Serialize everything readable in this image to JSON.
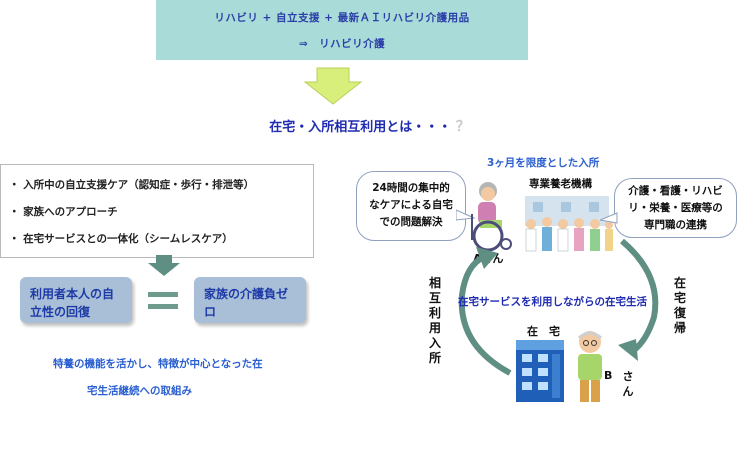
{
  "banner": {
    "line1": "リハビリ + 自立支援 + 最新ＡＩリハビリ介護用品",
    "line2": "⇒　リハビリ介護"
  },
  "main_question": {
    "text": "在宅・入所相互利用とは・・・",
    "mark": "？"
  },
  "left_list": [
    "・ 入所中の自立支援ケア（認知症・歩行・排泄等）",
    "・ 家族へのアプローチ",
    "・ 在宅サービスとの一体化（シームレスケア）"
  ],
  "outcome_left": {
    "line1": "利用者本人の自",
    "line2": "立性の回復"
  },
  "outcome_right": {
    "line1": "家族の介護負ゼ",
    "line2": "ロ"
  },
  "bottom_text": {
    "line1": "特養の機能を活かし、特徴が中心となった在",
    "line2": "宅生活継続への取組み"
  },
  "right": {
    "title": "3ヶ月を限度とした入所",
    "facility_label": "専業養老機構",
    "bubble_left": [
      "24時間の集中的",
      "なケアによる自宅",
      "での問題解決"
    ],
    "bubble_right": [
      "介護・看護・リハビ",
      "リ・栄養・医療等の",
      "専門職の連携"
    ],
    "person_a": "Aさん",
    "center_text": "在宅サービスを利用しながらの在宅生活",
    "left_vertical": "相互利用入所",
    "right_vertical": "在宅復帰",
    "home_label": "在　宅",
    "person_b_letter": "B",
    "person_b_suffix": "さん"
  },
  "colors": {
    "title_blue": "#1f2bb0",
    "accent_blue": "#2a5fd0",
    "teal": "#a9dcd8",
    "green_arrow": "#d8ef7c"
  }
}
